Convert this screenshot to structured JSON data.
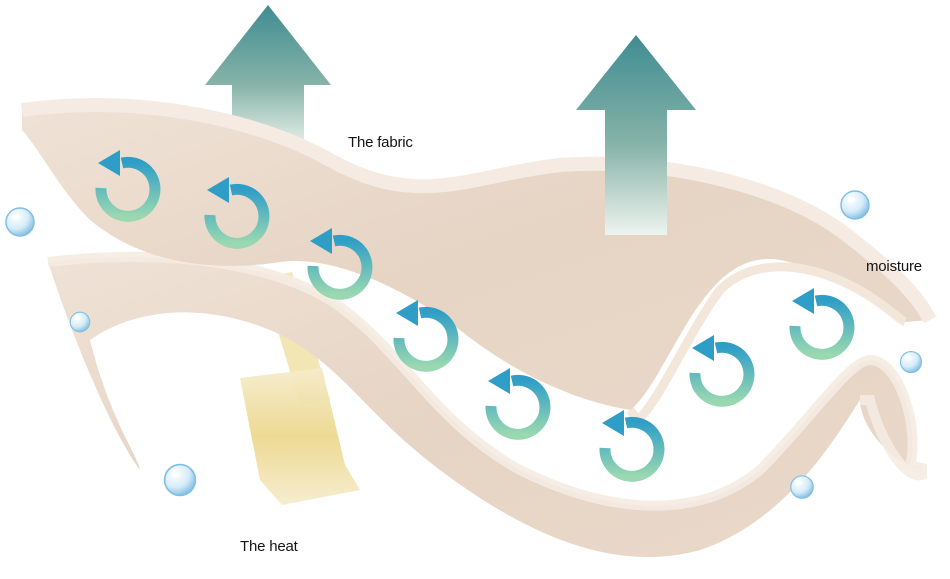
{
  "labels": {
    "fabric": "The fabric",
    "moisture": "moisture",
    "heat": "The heat"
  },
  "colors": {
    "fabric_face": "#e9d8c9",
    "fabric_edge": "#f3e8de",
    "arrow_top": "#3f8c92",
    "arrow_bottom": "#e6efe9",
    "cycle_blue": "#2f9ec6",
    "cycle_green": "#8fd3ac",
    "heat_band": "#f1df9a",
    "droplet": "#7fbfe3",
    "text": "#141414"
  },
  "icons": {
    "cycle": "circular-refresh-arrow-icon",
    "droplet": "water-droplet-icon",
    "up_arrow": "up-arrow-icon"
  }
}
